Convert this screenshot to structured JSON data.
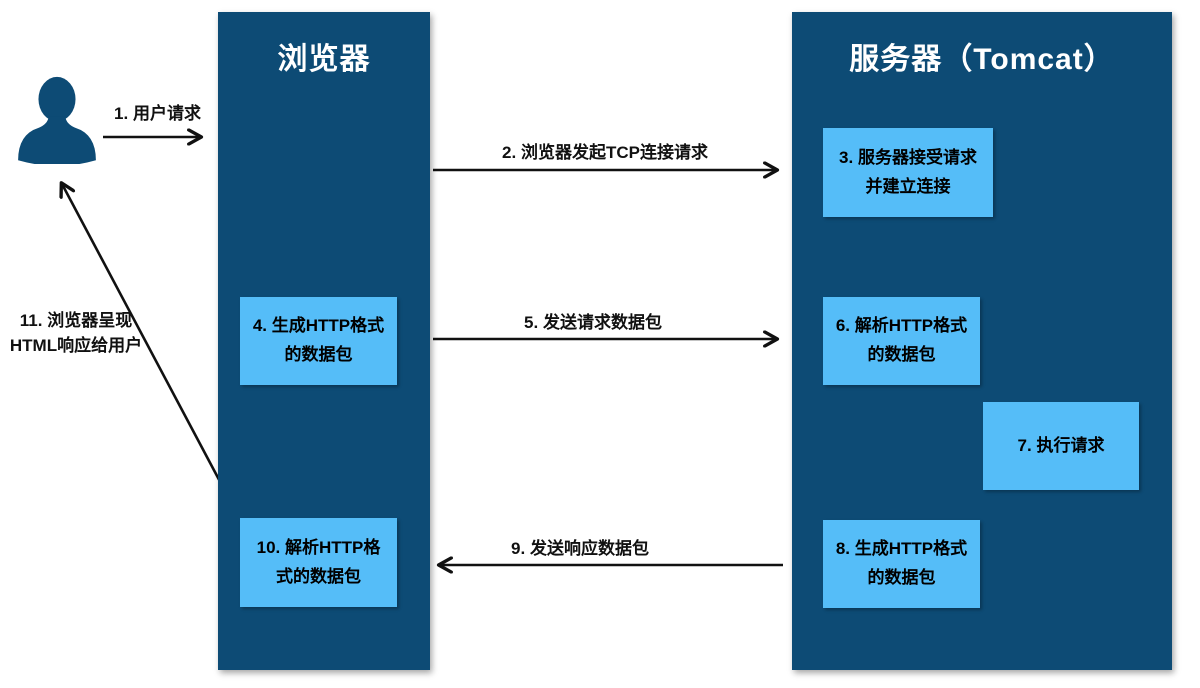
{
  "diagram": {
    "actors": {
      "user": {
        "icon": "person-icon"
      },
      "browser": {
        "title": "浏览器"
      },
      "server": {
        "title": "服务器（Tomcat）"
      }
    },
    "boxes": {
      "box3": "3. 服务器接受请求并建立连接",
      "box4": "4. 生成HTTP格式的数据包",
      "box6": "6. 解析HTTP格式的数据包",
      "box7": "7. 执行请求",
      "box8": "8. 生成HTTP格式的数据包",
      "box10": "10. 解析HTTP格式的数据包"
    },
    "arrows": {
      "arrow1": "1. 用户请求",
      "arrow2": "2. 浏览器发起TCP连接请求",
      "arrow5": "5. 发送请求数据包",
      "arrow9": "9. 发送响应数据包",
      "arrow11": "11. 浏览器呈现HTML响应给用户"
    },
    "colors": {
      "column_bg": "#0d4b75",
      "box_bg": "#55bdf8",
      "arrow": "#111111",
      "title_text": "#ffffff",
      "box_text": "#000000",
      "person": "#0d4b75"
    }
  }
}
